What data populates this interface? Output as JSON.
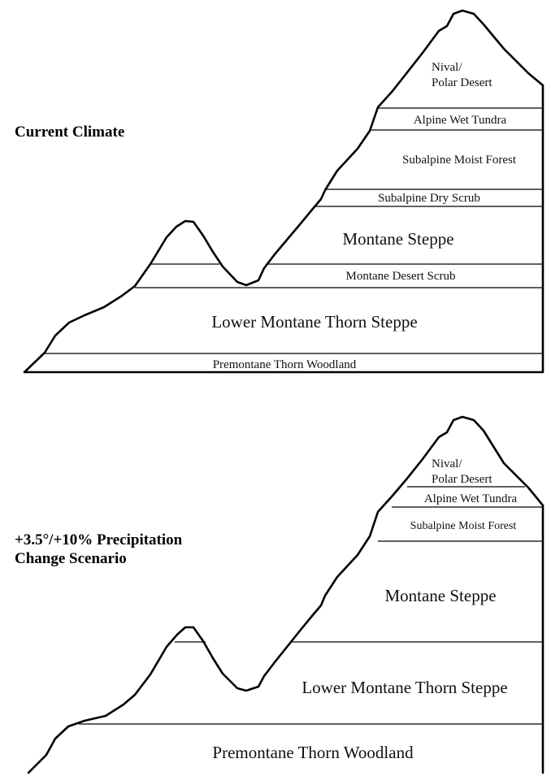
{
  "panels": [
    {
      "title_lines": [
        "Current Climate"
      ],
      "zones": [
        "Nival/",
        "Polar Desert",
        "Alpine Wet Tundra",
        "Subalpine Moist Forest",
        "Subalpine Dry Scrub",
        "Montane Steppe",
        "Montane Desert Scrub",
        "Lower Montane Thorn Steppe",
        "Premontane Thorn Woodland"
      ]
    },
    {
      "title_lines": [
        "+3.5°/+10% Precipitation",
        "Change Scenario"
      ],
      "zones": [
        "Nival/",
        "Polar Desert",
        "Alpine Wet Tundra",
        "Subalpine Moist Forest",
        "Montane Steppe",
        "Lower Montane Thorn Steppe",
        "Premontane Thorn Woodland"
      ]
    }
  ]
}
